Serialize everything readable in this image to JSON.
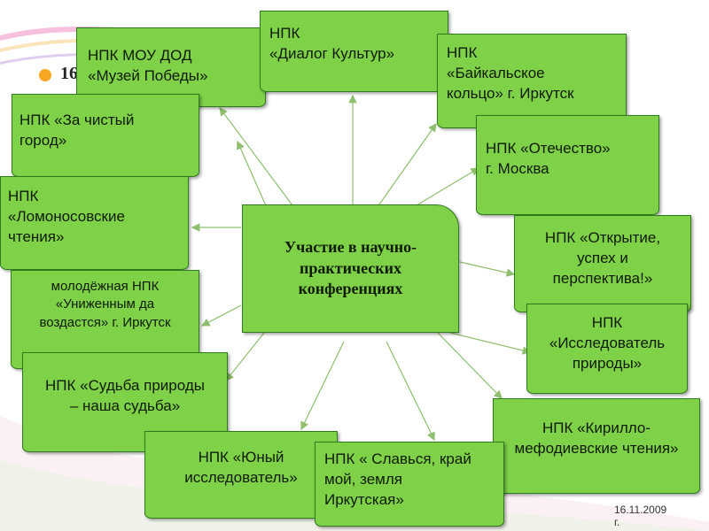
{
  "center": {
    "label": "Участие в научно-\nпрактических\nконференциях"
  },
  "stub_text": "16",
  "boxes": [
    {
      "id": "muzey-pobedy",
      "label": "НПК  МОУ ДОД\n«Музей Победы»"
    },
    {
      "id": "dialog-kultur",
      "label": "НПК\n«Диалог Культур»"
    },
    {
      "id": "baikalskoe-koltso",
      "label": "НПК\n«Байкальское\nкольцо» г. Иркутск"
    },
    {
      "id": "za-chistyi-gorod",
      "label": "НПК  «За чистый\nгород»"
    },
    {
      "id": "otechestvo",
      "label": "НПК «Отечество»\nг. Москва"
    },
    {
      "id": "lomonosovskie-chteniya",
      "label": "НПК\n«Ломоносовские\nчтения»"
    },
    {
      "id": "otkrytie-uspekh",
      "label": "НПК «Открытие,\nуспех и\nперспектива!»"
    },
    {
      "id": "unizhennym-da-vozdastsya",
      "label": "молодёжная НПК\n«Униженным да\nвоздастся» г. Иркутск"
    },
    {
      "id": "issledovatel-prirody",
      "label": "НПК\n«Исследователь\nприроды»"
    },
    {
      "id": "sudba-prirody",
      "label": "НПК «Судьба природы\n– наша судьба»"
    },
    {
      "id": "kirillo-mefodievskie",
      "label": "НПК «Кирилло-\nмефодиевские чтения»"
    },
    {
      "id": "yunyi-issledovatel",
      "label": "НПК «Юный\nисследователь»"
    },
    {
      "id": "slavsya-krai",
      "label": "НПК « Славься, край\nмой, земля\nИркутская»"
    }
  ],
  "date_text": "16.11.2009\nг.",
  "colors": {
    "box_fill": "#7fd147",
    "box_border": "#2f7a1c",
    "arrow": "#8fbf6f",
    "bullet": "#f5a623"
  }
}
